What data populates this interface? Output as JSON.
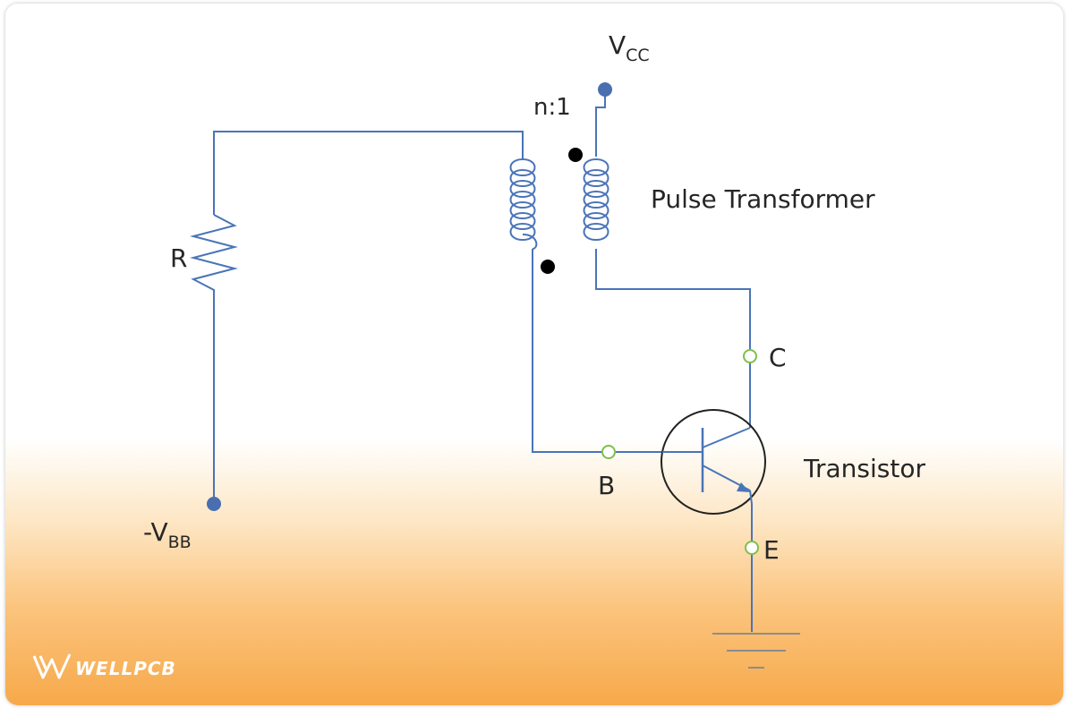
{
  "diagram": {
    "labels": {
      "vcc_main": "V",
      "vcc_sub": "CC",
      "ratio": "n:1",
      "pulse_transformer": "Pulse Transformer",
      "resistor": "R",
      "collector": "C",
      "base": "B",
      "emitter": "E",
      "transistor": "Transistor",
      "vbb_main": "-V",
      "vbb_sub": "BB"
    },
    "colors": {
      "wire": "#4a74b8",
      "terminal": "#4a6fb0",
      "pin": "#7fbf4d",
      "dot": "#000000",
      "transistor_outline": "#222222",
      "ground": "#8c8c8c"
    }
  },
  "watermark": {
    "brand": "WELLPCB",
    "icon": "wellpcb-logo-icon"
  }
}
